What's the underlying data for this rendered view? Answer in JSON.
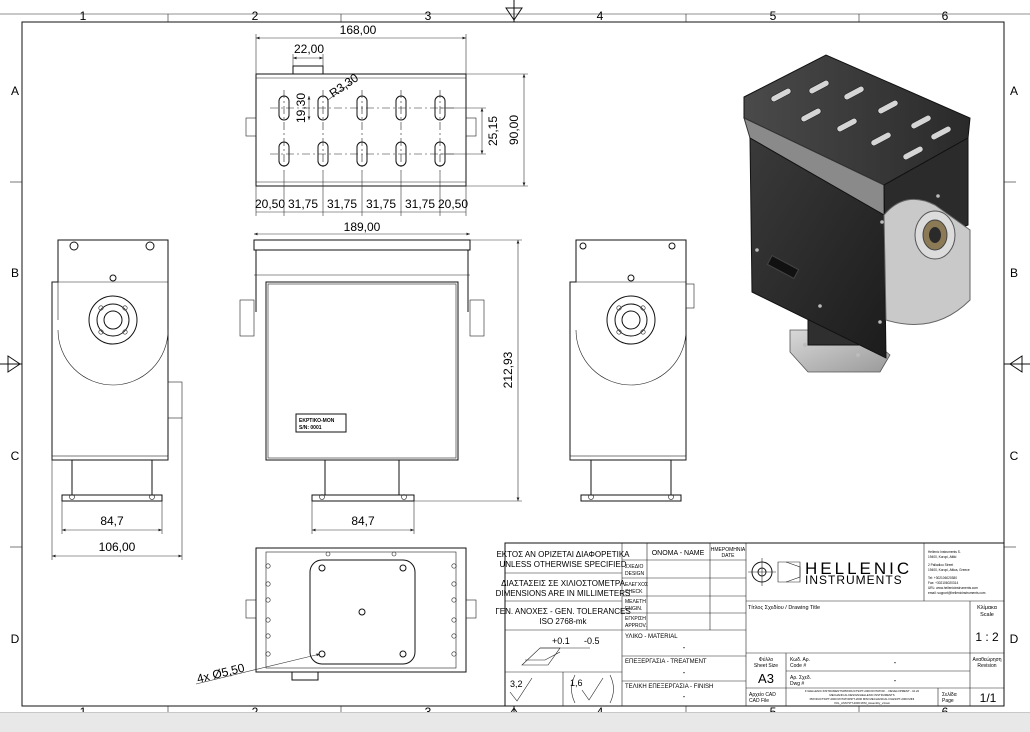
{
  "grid": {
    "cols_top": [
      "1",
      "2",
      "3",
      "4",
      "5",
      "6"
    ],
    "cols_bottom": [
      "1",
      "2",
      "3",
      "4",
      "5",
      "6"
    ],
    "rows_left": [
      "A",
      "B",
      "C",
      "D"
    ],
    "rows_right": [
      "A",
      "B",
      "C",
      "D"
    ]
  },
  "dims": {
    "w168": "168,00",
    "w22": "22,00",
    "r33": "R3,30",
    "h1930": "19,30",
    "h2515": "25,15",
    "h90": "90,00",
    "pitch_a": "20,50",
    "pitch_b1": "31,75",
    "pitch_b2": "31,75",
    "pitch_b3": "31,75",
    "pitch_b4": "31,75",
    "pitch_c": "20,50",
    "w189": "189,00",
    "h21293": "212,93",
    "left_847": "84,7",
    "left_106": "106,00",
    "mid_847": "84,7",
    "holes": "4x Ø5,50"
  },
  "label_plate": {
    "line1": "ΕΚΡΤΙΚΟ-ΜΟΝ",
    "line2": "S/N: 0001"
  },
  "title_block": {
    "unless_gr": "ΕΚΤΟΣ ΑΝ ΟΡΙΖΕΤΑΙ ΔΙΑΦΟΡΕΤΙΚΑ",
    "unless_en": "UNLESS OTHERWISE SPECIFIED",
    "dims_gr": "ΔΙΑΣΤΑΣΕΙΣ ΣΕ ΧΙΛΙΟΣΤΟΜΕΤΡΑ",
    "dims_en": "DIMENSIONS ARE IN MILLIMETERS",
    "tol_line1": "ΓΕΝ. ΑΝΟΧΕΣ - GEN. TOLERANCES",
    "tol_line2": "ISO 2768-mk",
    "tol_plus": "+0.1",
    "tol_minus": "-0.5",
    "rough1": "3,2",
    "rough2": "1,6",
    "name_hdr": "ΟΝΟΜΑ - NAME",
    "date_hdr_1": "ΗΜΕΡΟΜΗΝΙΑ",
    "date_hdr_2": "DATE",
    "design_1": "ΣΧΕΔΙΟ",
    "design_2": "DESIGN",
    "check_1": "ΕΛΕΓΧΟΣ",
    "check_2": "CHECK",
    "engin_1": "ΜΕΛΕΤΗ",
    "engin_2": "ENGIN.",
    "approv_1": "ΕΓΚΡΙΣΗ",
    "approv_2": "APPROV.",
    "material_hdr": "ΥΛΙΚΟ - MATERIAL",
    "material_val": "-",
    "treatment_hdr": "ΕΠΕΞΕΡΓΑΣΙΑ - TREATMENT",
    "treatment_val": "-",
    "finish_hdr": "ΤΕΛΙΚΗ ΕΠΕΞΕΡΓΑΣΙΑ - FINISH",
    "finish_val": "-",
    "company_1": "HELLENIC",
    "company_2": "INSTRUMENTS",
    "contact_1": "Hellenic Instruments S.",
    "contact_2": "19400, Koropi, Attiki",
    "contact_3": "2 Palladiou Street",
    "contact_4": "19400, Koropi, Attica, Greece",
    "contact_5": "Tel: +302106020380",
    "contact_6": "Fax: +302106020314",
    "contact_7": "URL: www.hellenicinstruments.com",
    "contact_8": "email: support@hellenicinstruments.com",
    "title_hdr": "Τίτλος Σχεδίου / Drawing Title",
    "scale_hdr_1": "Κλίμακα",
    "scale_hdr_2": "Scale",
    "scale_val": "1 : 2",
    "sheet_hdr_1": "Φύλλο",
    "sheet_hdr_2": "Sheet Size",
    "sheet_val": "A3",
    "code_hdr_1": "Κωδ. Αρ.",
    "code_hdr_2": "Code #",
    "code_val": "-",
    "dwg_hdr_1": "Αρ. Σχεδ.",
    "dwg_hdr_2": "Dwg #",
    "dwg_val": "-",
    "rev_hdr_1": "Αναθεώρηση",
    "rev_hdr_2": "Revision",
    "cad_hdr_1": "Αρχείο CAD",
    "cad_hdr_2": "CAD File",
    "cad_path_1": "F:\\HELLENIC INSTRUMENTS\\PRODUCTS\\PT-2000 ROTATOR ... DEVELOPMENT - 10.22",
    "cad_path_2": "MECHANICAL DESIGN\\HELLENIC INSTRUMENTS",
    "cad_path_3": "PRODUCTS\\PT-2000 ROTATOR\\PT-2000 MINI MECHANICAL FILES\\PT-2000 MINI",
    "cad_path_4": "VOL_ASSY\\PT-2000 MINI_Assembly_v4.iam",
    "page_hdr_1": "Σελίδα",
    "page_hdr_2": "Page",
    "page_val": "1/1"
  }
}
